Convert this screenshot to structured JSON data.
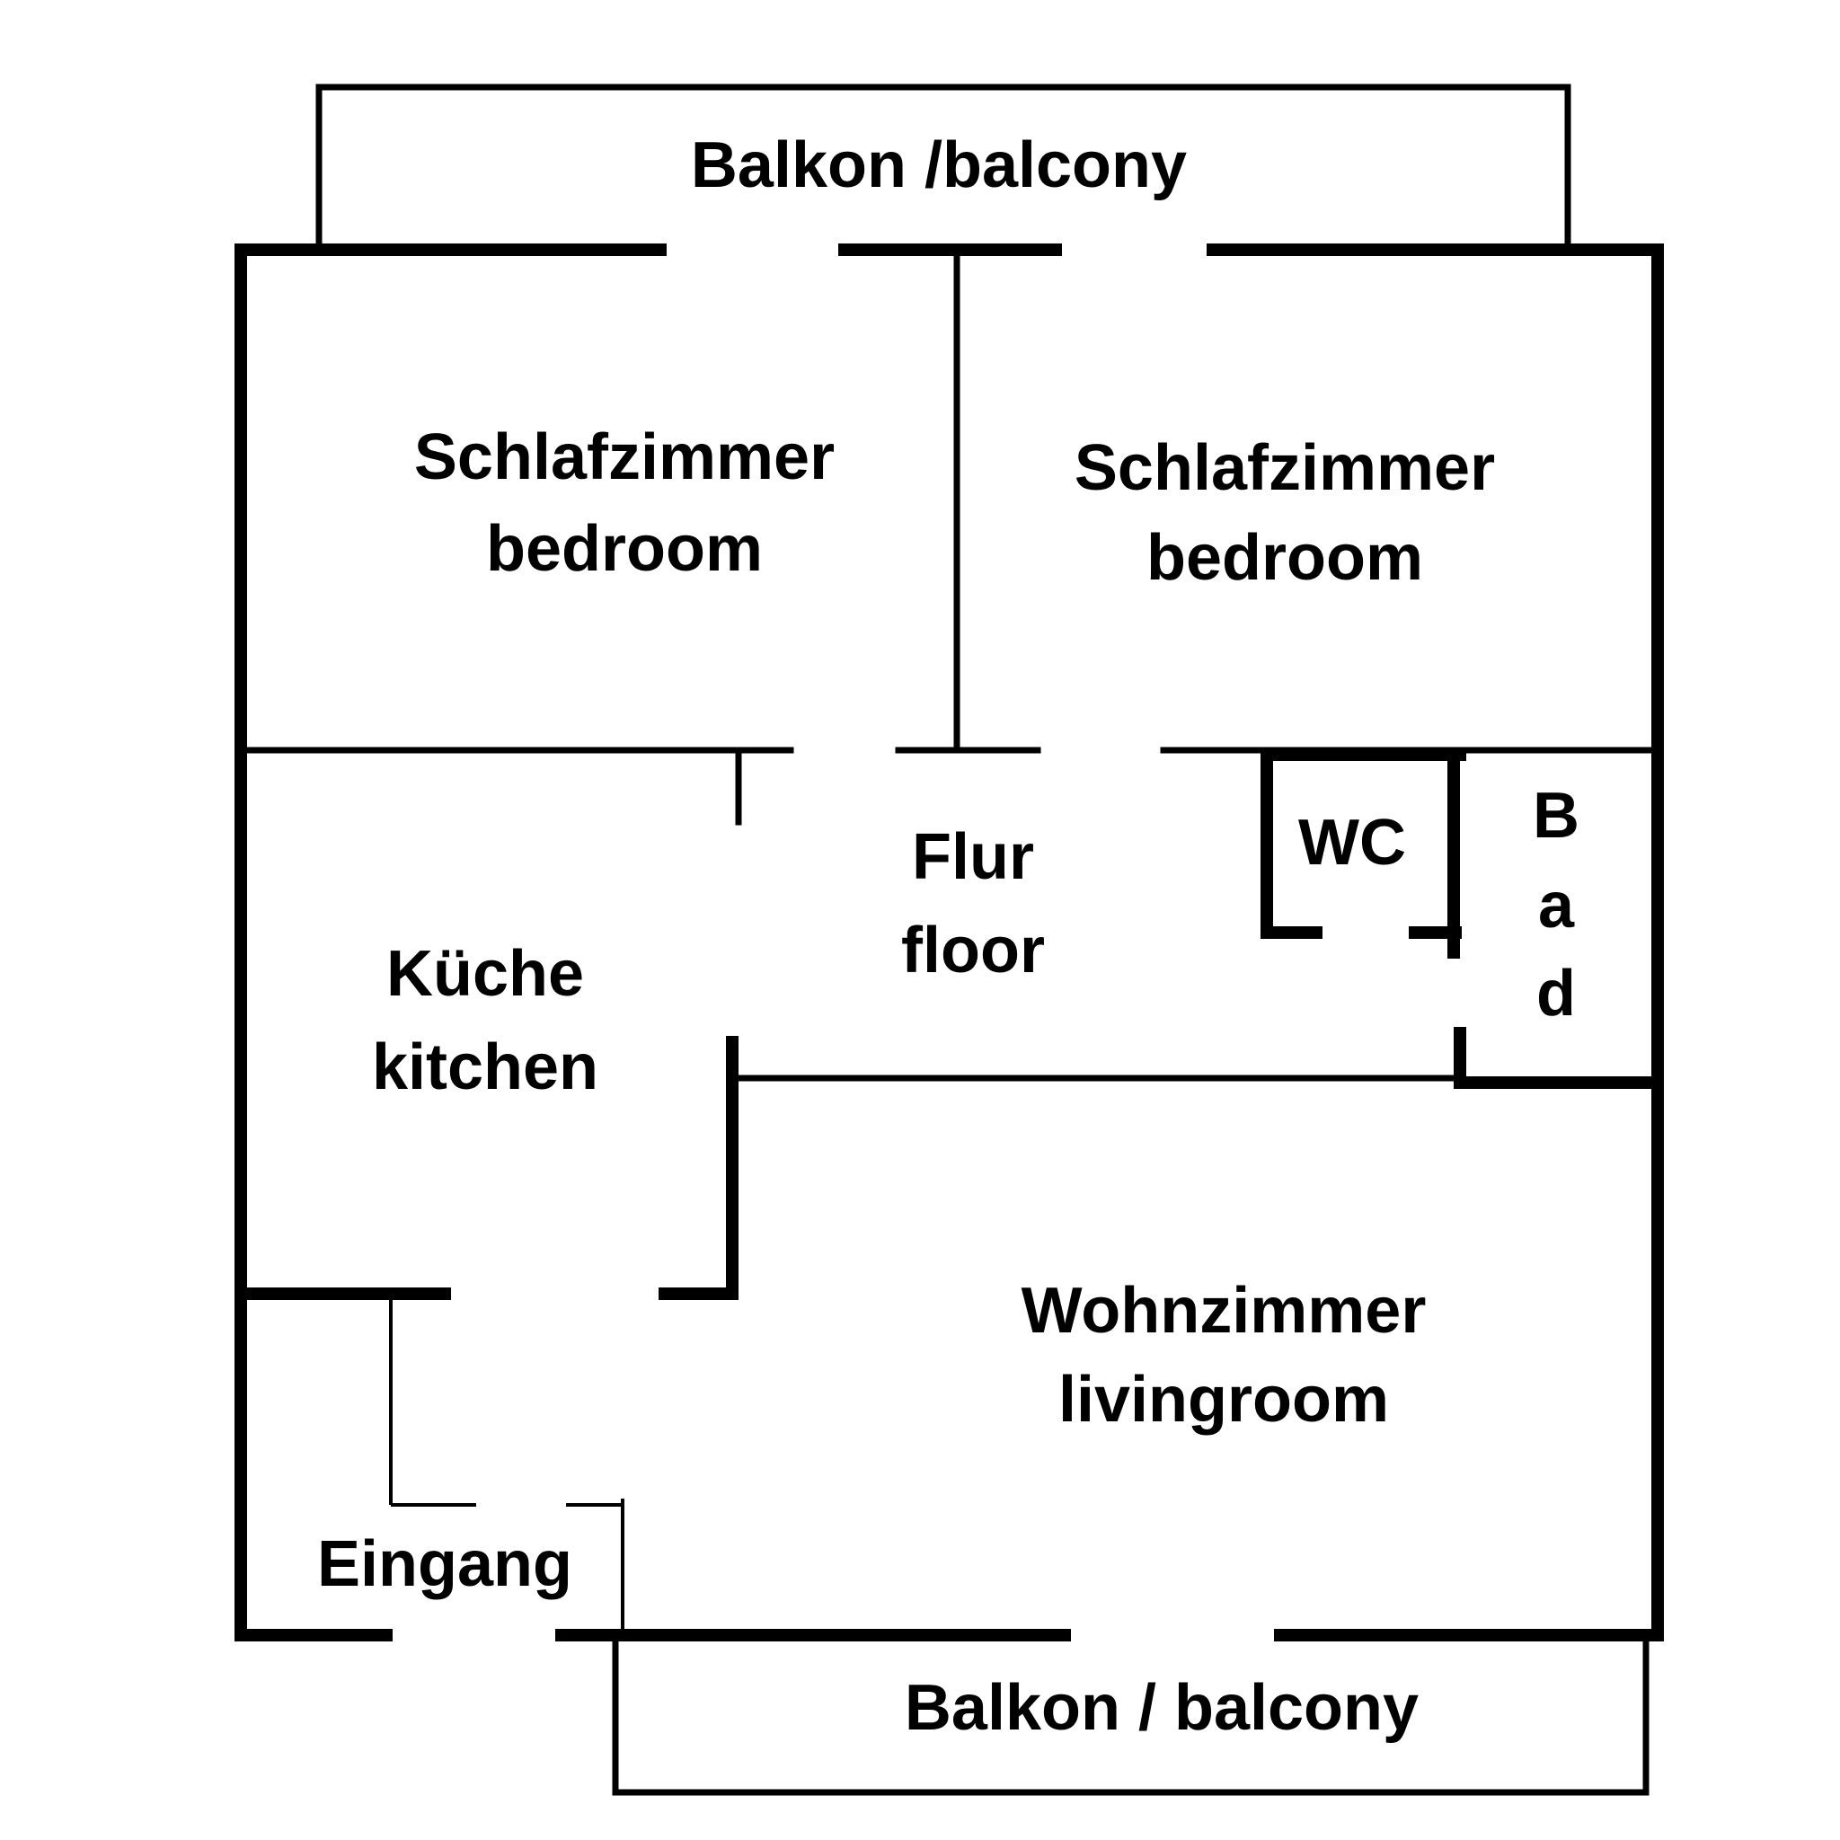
{
  "rooms": {
    "balcony_top": "Balkon /balcony",
    "bedroom_left": {
      "de": "Schlafzimmer",
      "en": "bedroom"
    },
    "bedroom_right": {
      "de": "Schlafzimmer",
      "en": "bedroom"
    },
    "hall": {
      "de": "Flur",
      "en": "floor"
    },
    "wc": "WC",
    "bath": [
      "B",
      "a",
      "d"
    ],
    "kitchen": {
      "de": "Küche",
      "en": "kitchen"
    },
    "living": {
      "de": "Wohnzimmer",
      "en": "livingroom"
    },
    "entrance": "Eingang",
    "balcony_bottom": "Balkon / balcony"
  },
  "colors": {
    "wall": "#000000",
    "background": "#ffffff"
  }
}
